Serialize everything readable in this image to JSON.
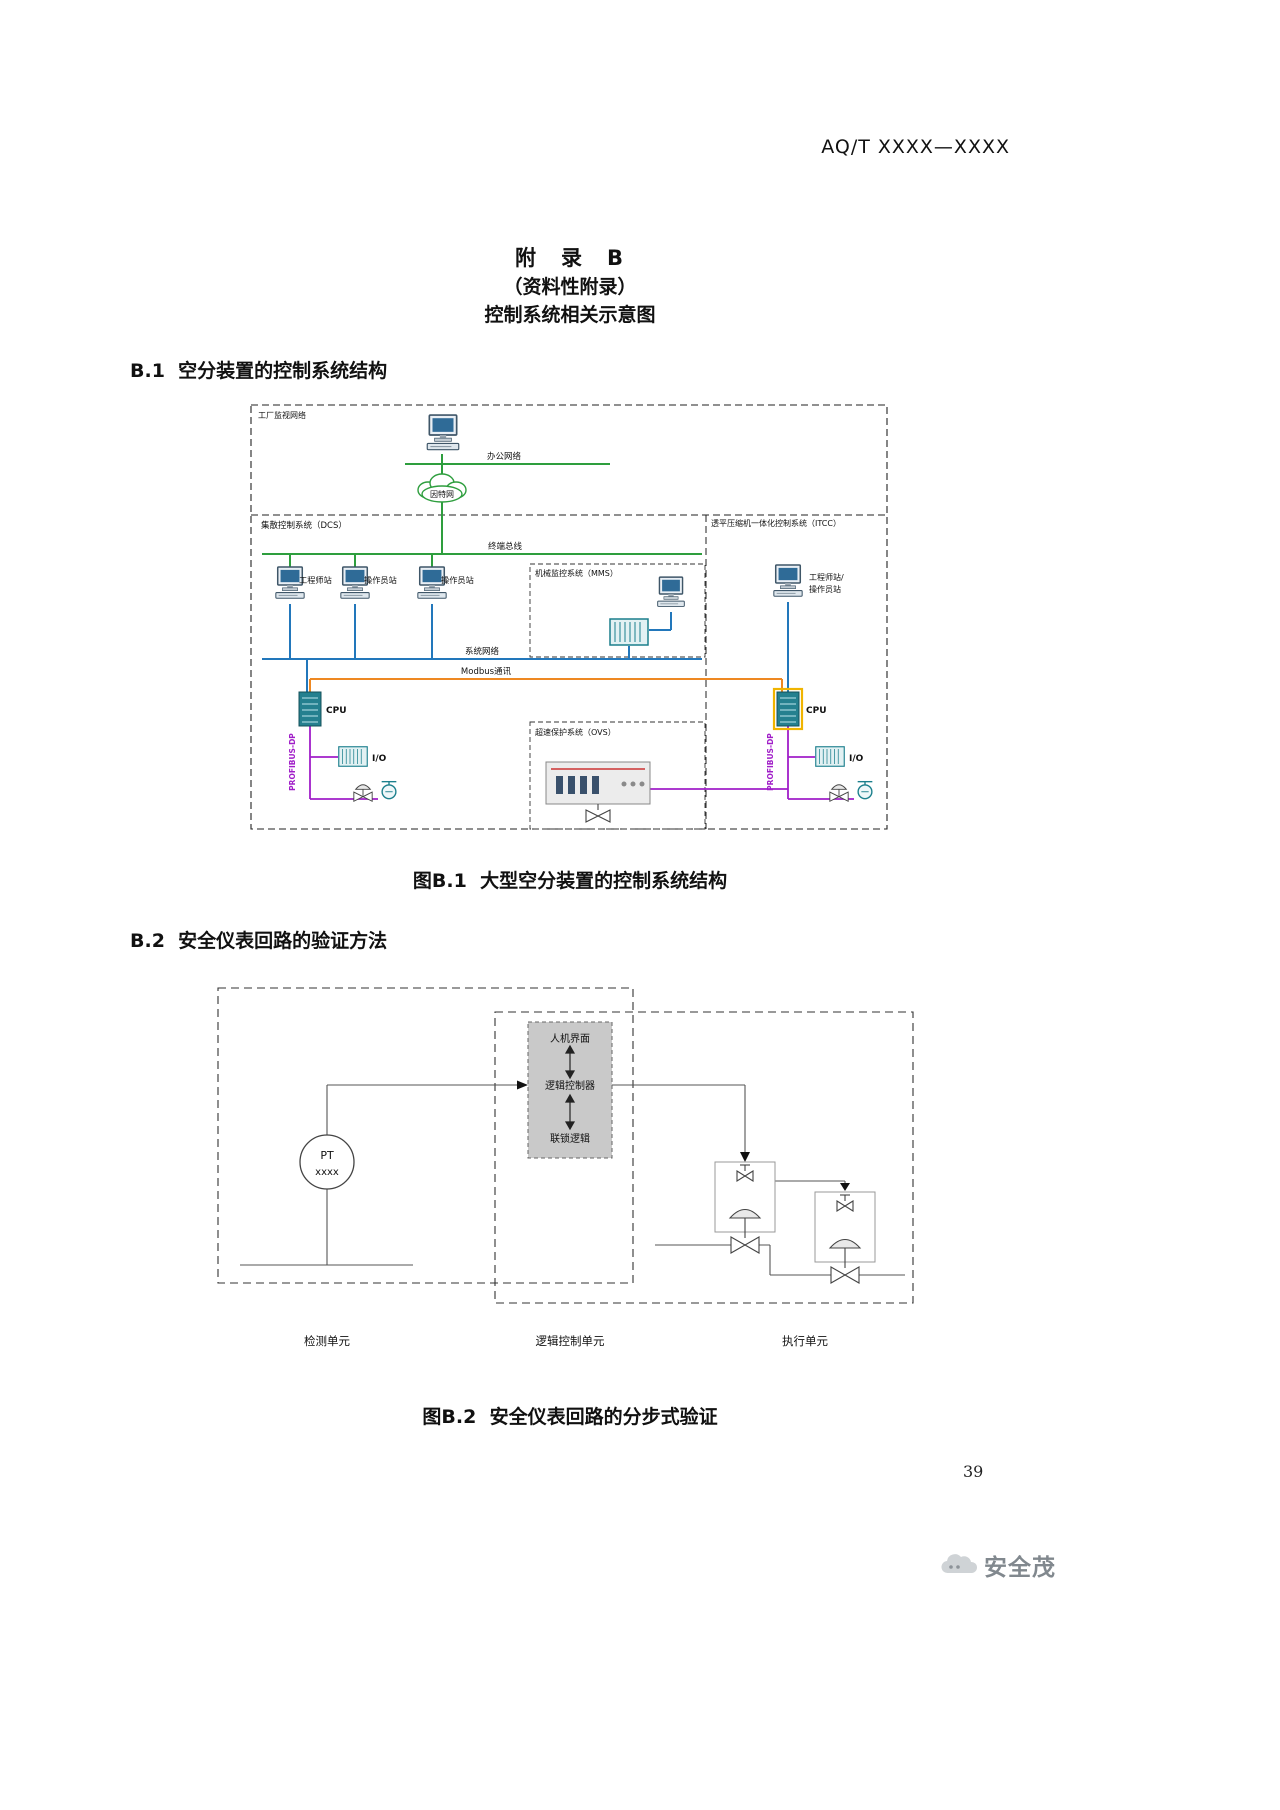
{
  "page": {
    "standard_ref": "AQ/T XXXX—XXXX",
    "page_number": "39",
    "brand": "安全茂"
  },
  "appendix": {
    "title": "附　录　B",
    "subtitle": "（资料性附录）",
    "subject": "控制系统相关示意图"
  },
  "section_b1": {
    "heading": "B.1  空分装置的控制系统结构",
    "caption": "图B.1  大型空分装置的控制系统结构"
  },
  "section_b2": {
    "heading": "B.2  安全仪表回路的验证方法",
    "caption": "图B.2  安全仪表回路的分步式验证"
  },
  "fig1": {
    "factory_network": "工厂监视网络",
    "office_network": "办公网络",
    "internet": "因特网",
    "dcs_label": "集散控制系统（DCS）",
    "itcc_label": "透平压缩机一体化控制系统（ITCC）",
    "terminal_bus": "终端总线",
    "engineer_station": "工程师站",
    "operator_station_1": "操作员站",
    "operator_station_2": "操作员站",
    "mms_label": "机械监控系统（MMS）",
    "itcc_station_line1": "工程师站/",
    "itcc_station_line2": "操作员站",
    "system_network": "系统网络",
    "modbus": "Modbus通讯",
    "cpu_left": "CPU",
    "cpu_right": "CPU",
    "ovs_label": "超速保护系统（OVS）",
    "profibus_left": "PROFIBUS-DP",
    "profibus_right": "PROFIBUS-DP",
    "io_left": "I/O",
    "io_right": "I/O"
  },
  "fig2": {
    "hmi": "人机界面",
    "logic_controller": "逻辑控制器",
    "interlock_logic": "联锁逻辑",
    "pt_tag": "PT",
    "pt_number": "xxxx",
    "detection_unit": "检测单元",
    "logic_unit": "逻辑控制单元",
    "execution_unit": "执行单元"
  },
  "colors": {
    "network_green": "#2e9e3e",
    "network_blue": "#2277bb",
    "modbus_orange": "#ee8822",
    "profibus_purple": "#a01ec8",
    "device_teal": "#1b7f8c",
    "cpu_highlight": "#f0b400"
  }
}
